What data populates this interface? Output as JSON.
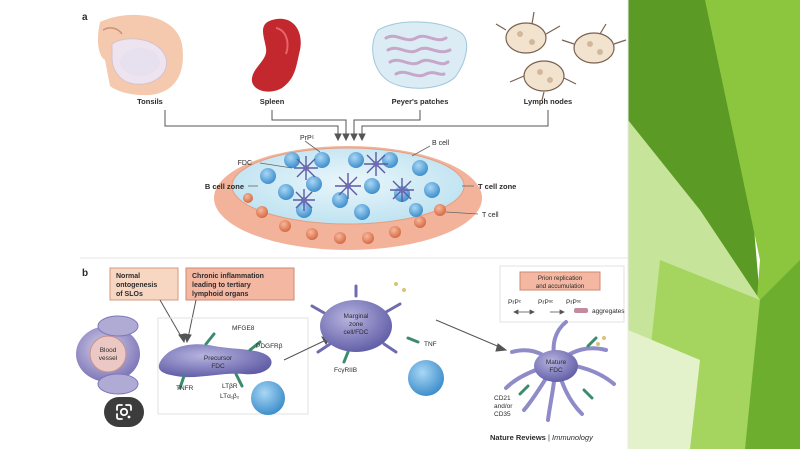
{
  "panel_a": {
    "label": "a",
    "organs": [
      "Tonsils",
      "Spleen",
      "Peyer's patches",
      "Lymph nodes"
    ],
    "follicle_labels": {
      "fdc": "FDC",
      "prp": "PrPᶜ",
      "b_cell_top": "B cell",
      "b_cell_zone": "B cell zone",
      "t_cell_zone": "T cell zone",
      "t_cell": "T cell"
    }
  },
  "panel_b": {
    "label": "b",
    "box_normal": [
      "Normal",
      "ontogenesis",
      "of SLOs"
    ],
    "box_chronic": [
      "Chronic inflammation",
      "leading to tertiary",
      "lymphoid organs"
    ],
    "box_prion": [
      "Prion replication",
      "and accumulation"
    ],
    "blood_vessel": [
      "Blood",
      "vessel"
    ],
    "precursor": [
      "Precursor",
      "FDC"
    ],
    "marginal": [
      "Marginal",
      "zone",
      "cell/FDC"
    ],
    "mature": [
      "Mature",
      "FDC"
    ],
    "mfge8": "MFGE8",
    "pdgfrb": "PDGFRβ",
    "tnfr": "TNFR",
    "ltbr": "LTβR",
    "ltab": "LTα₁β₂",
    "fcgr": "FcγRIIB",
    "tnf": "TNF",
    "prp_c": "PrPᶜ",
    "prp_sc": "PrPˢᶜ",
    "aggregates": "aggregates",
    "cd21": [
      "CD21",
      "and/or",
      "CD35"
    ]
  },
  "credit": {
    "publisher": "Nature Reviews",
    "separator": " | ",
    "journal": "Immunology"
  },
  "colors": {
    "green_dark": "#4f8f1f",
    "green_light": "#8cc63f",
    "green_pale": "#c6e59a",
    "fdc_purple": "#6f6bb0",
    "b_cell_blue": "#4d9fd6",
    "t_cell_orange": "#e0855f",
    "spleen_red": "#c2282e"
  },
  "ui": {
    "lens_icon": "google-lens-icon"
  }
}
